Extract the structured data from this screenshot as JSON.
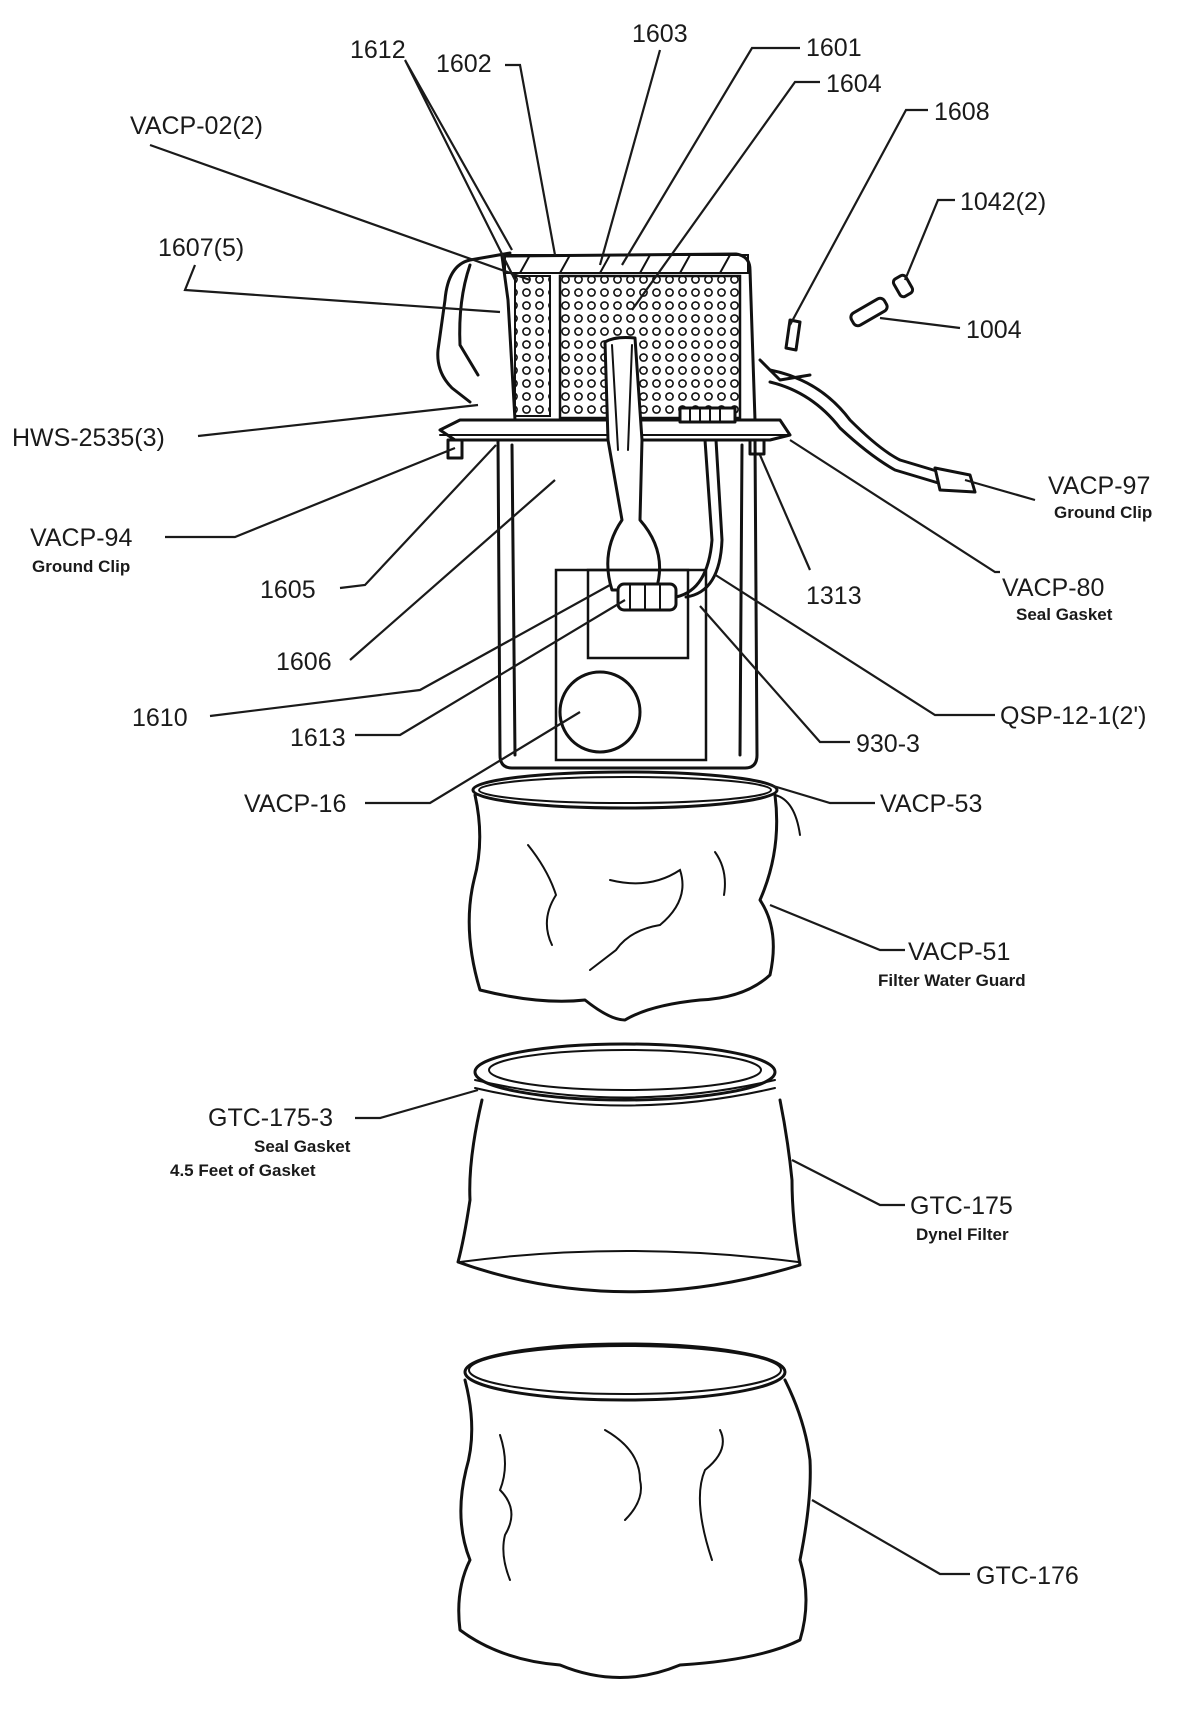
{
  "callouts": {
    "c1612": "1612",
    "c1602": "1602",
    "c1603": "1603",
    "c1601": "1601",
    "c1604": "1604",
    "c1608": "1608",
    "vacp02": "VACP-02(2)",
    "c1042": "1042(2)",
    "c1607": "1607(5)",
    "c1004": "1004",
    "hws2535": "HWS-2535(3)",
    "vacp97": "VACP-97",
    "vacp97_sub": "Ground Clip",
    "vacp94": "VACP-94",
    "vacp94_sub": "Ground Clip",
    "c1605": "1605",
    "c1313": "1313",
    "vacp80": "VACP-80",
    "vacp80_sub": "Seal Gasket",
    "c1606": "1606",
    "qsp12": "QSP-12-1(2')",
    "c1610": "1610",
    "c1613": "1613",
    "c9303": "930-3",
    "vacp16": "VACP-16",
    "vacp53": "VACP-53",
    "vacp51": "VACP-51",
    "vacp51_sub": "Filter Water Guard",
    "gtc1753": "GTC-175-3",
    "gtc1753_sub1": "Seal Gasket",
    "gtc1753_sub2": "4.5 Feet of Gasket",
    "gtc175": "GTC-175",
    "gtc175_sub": "Dynel Filter",
    "gtc176": "GTC-176"
  }
}
